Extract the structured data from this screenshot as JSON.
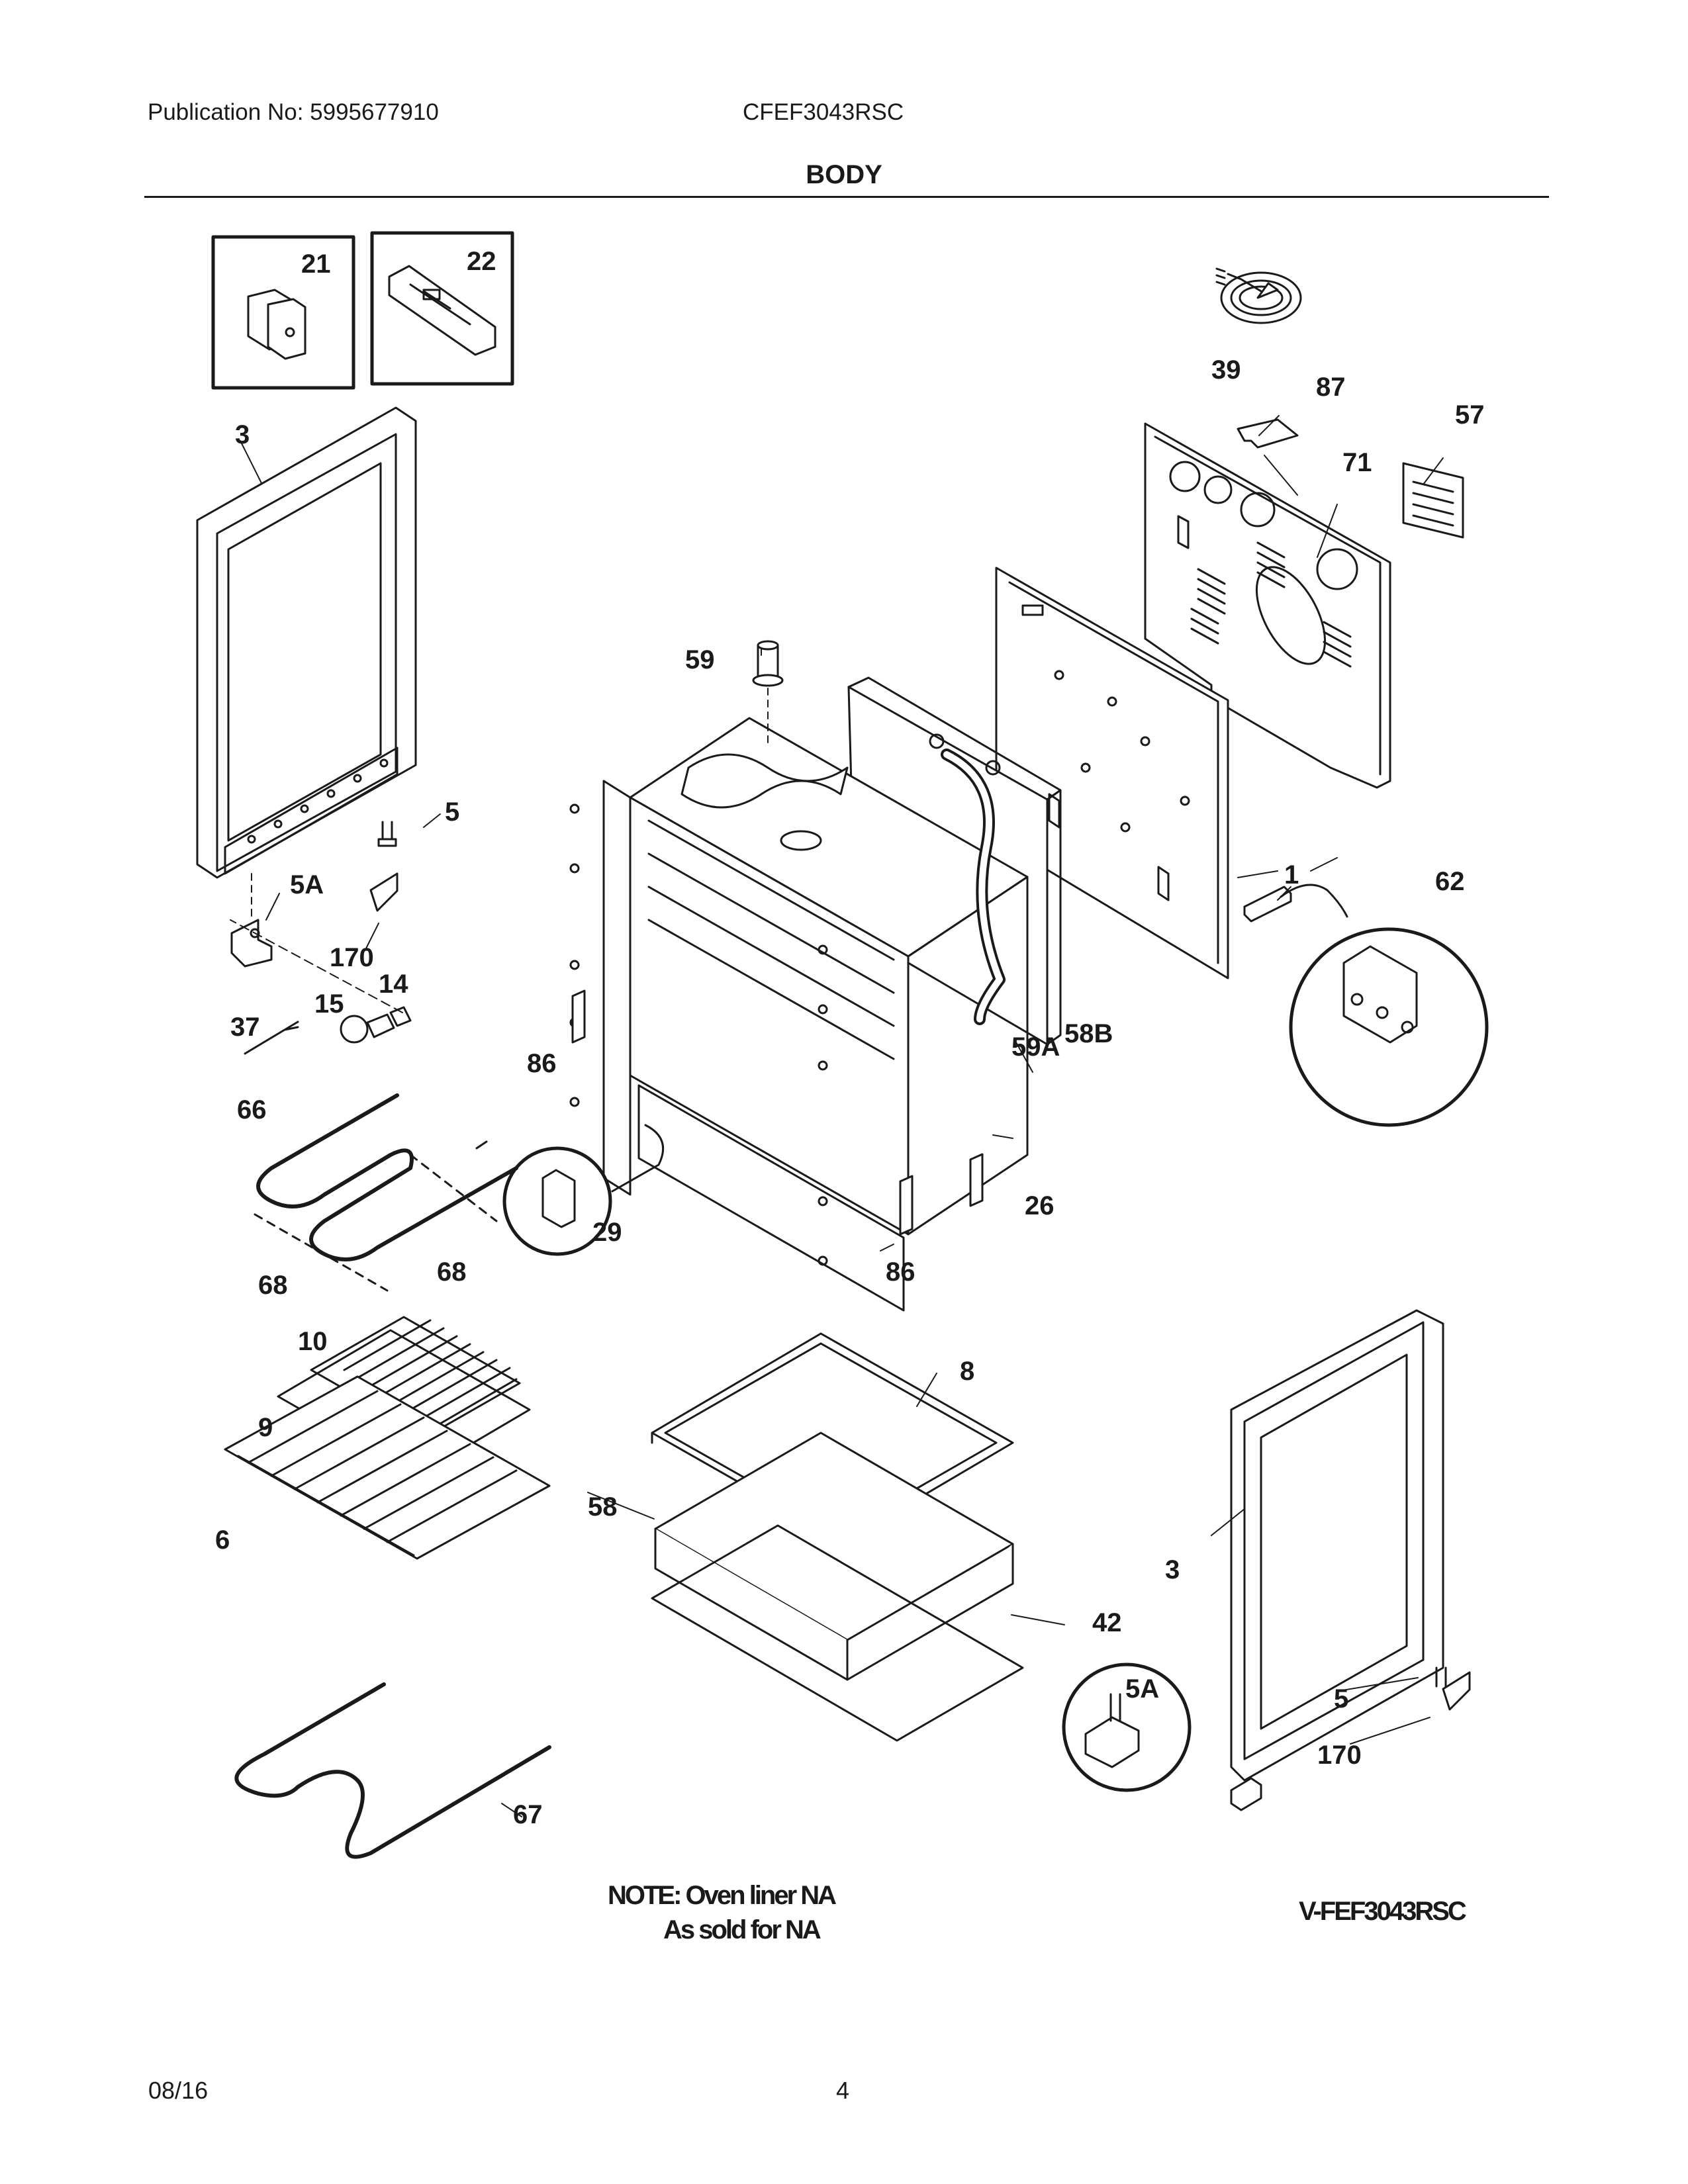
{
  "header": {
    "publication": "Publication No: 5995677910",
    "model": "CFEF3043RSC",
    "section": "BODY"
  },
  "callouts": [
    {
      "id": "c21",
      "text": "21"
    },
    {
      "id": "c22",
      "text": "22"
    },
    {
      "id": "c39",
      "text": "39"
    },
    {
      "id": "c87",
      "text": "87"
    },
    {
      "id": "c57",
      "text": "57"
    },
    {
      "id": "c71",
      "text": "71"
    },
    {
      "id": "c3a",
      "text": "3"
    },
    {
      "id": "c59",
      "text": "59"
    },
    {
      "id": "c5a",
      "text": "5"
    },
    {
      "id": "c5Aa",
      "text": "5A"
    },
    {
      "id": "c170a",
      "text": "170"
    },
    {
      "id": "c14",
      "text": "14"
    },
    {
      "id": "c15",
      "text": "15"
    },
    {
      "id": "c37",
      "text": "37"
    },
    {
      "id": "c1",
      "text": "1"
    },
    {
      "id": "c62",
      "text": "62"
    },
    {
      "id": "c86a",
      "text": "86"
    },
    {
      "id": "c59A",
      "text": "59A"
    },
    {
      "id": "c58B",
      "text": "58B"
    },
    {
      "id": "c66",
      "text": "66"
    },
    {
      "id": "c29",
      "text": "29"
    },
    {
      "id": "c26",
      "text": "26"
    },
    {
      "id": "c68a",
      "text": "68"
    },
    {
      "id": "c68b",
      "text": "68"
    },
    {
      "id": "c86b",
      "text": "86"
    },
    {
      "id": "c10",
      "text": "10"
    },
    {
      "id": "c8",
      "text": "8"
    },
    {
      "id": "c9",
      "text": "9"
    },
    {
      "id": "c58",
      "text": "58"
    },
    {
      "id": "c6",
      "text": "6"
    },
    {
      "id": "c3b",
      "text": "3"
    },
    {
      "id": "c42",
      "text": "42"
    },
    {
      "id": "c5Ab",
      "text": "5A"
    },
    {
      "id": "c5b",
      "text": "5"
    },
    {
      "id": "c170b",
      "text": "170"
    },
    {
      "id": "c67",
      "text": "67"
    }
  ],
  "notes": {
    "line1": "NOTE: Oven liner NA",
    "line2": "As sold for NA",
    "code": "V-FEF3043RSC"
  },
  "footer": {
    "date": "08/16",
    "page": "4"
  }
}
